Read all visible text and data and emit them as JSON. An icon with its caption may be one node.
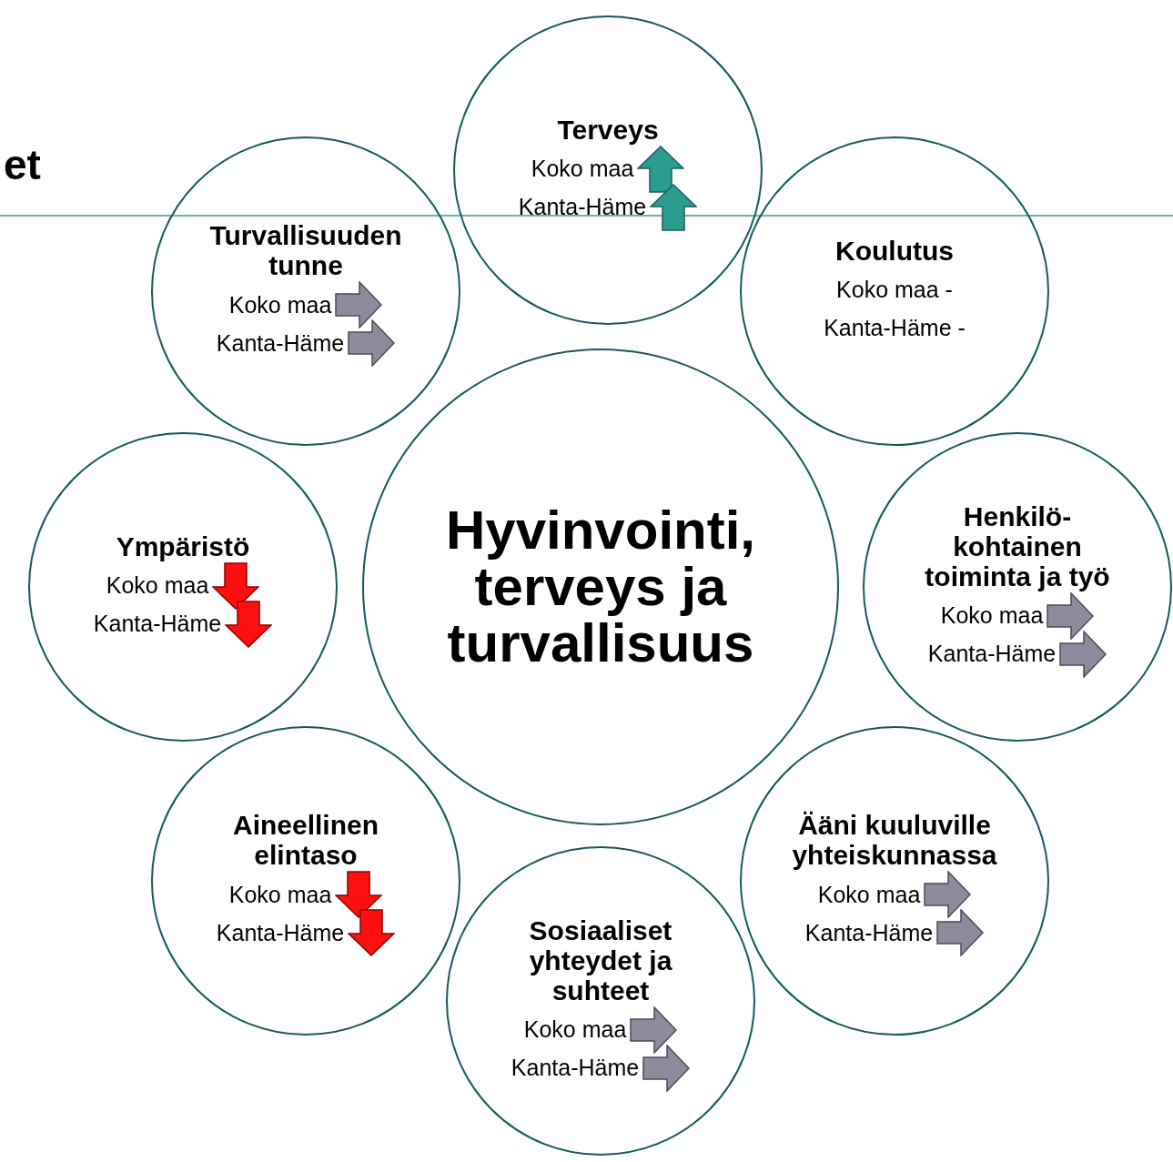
{
  "diagram": {
    "nodes": [
      {
        "text": [
          "Hyvinvointi, terveys ja turvallisuus"
        ]
      },
      {
        "text": [
          "Terveys",
          "Koko maa",
          "Kanta-Häme"
        ]
      },
      {
        "text": [
          "Koulutus",
          "Koko maa -",
          "Kanta-Häme -"
        ]
      },
      {
        "text": [
          "Henkilö-kohtainen toiminta ja työ",
          "Koko maa",
          "Kanta-Häme"
        ]
      },
      {
        "text": [
          "Ääni kuuluville yhteiskunnassa",
          "Koko maa",
          "Kanta-Häme"
        ]
      },
      {
        "text": [
          "Sosiaaliset yhteydet ja suhteet",
          "Koko maa",
          "Kanta-Häme"
        ]
      },
      {
        "text": [
          "Aineellinen elintaso",
          "Koko maa",
          "Kanta-Häme"
        ]
      },
      {
        "text": [
          "Ympäristö",
          "Koko maa",
          "Kanta-Häme"
        ]
      },
      {
        "text": [
          "Turvallisuuden tunne",
          "Koko maa",
          "Kanta-Häme"
        ]
      }
    ],
    "labels": [
      "et"
    ]
  }
}
